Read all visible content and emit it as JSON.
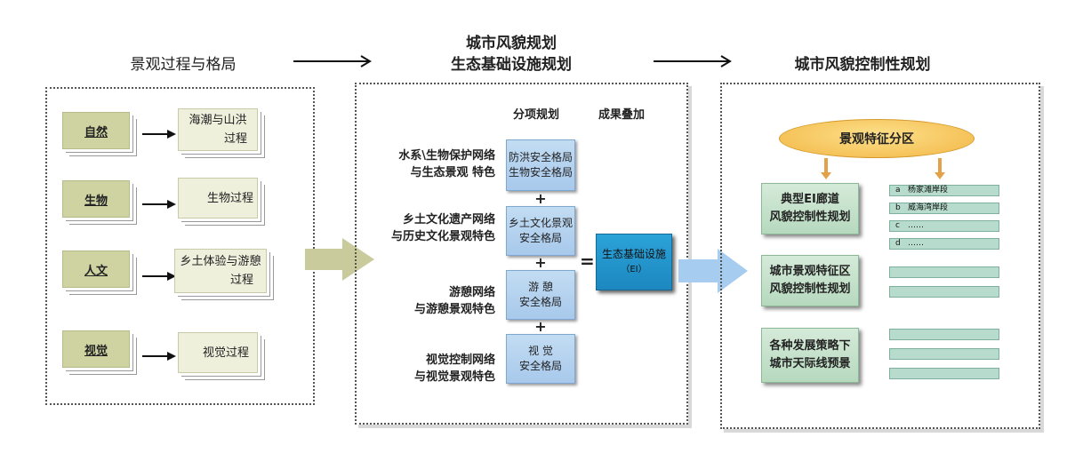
{
  "headings": {
    "left": "景观过程与格局",
    "middle_line1": "城市风貌规划",
    "middle_line2": "生态基础设施规划",
    "right": "城市风貌控制性规划"
  },
  "left_panel": {
    "rows": [
      {
        "source": "自然",
        "target_line1": "海潮与山洪",
        "target_line2": "过程"
      },
      {
        "source": "生物",
        "target_line1": "生物过程",
        "target_line2": ""
      },
      {
        "source": "人文",
        "target_line1": "乡土体验与游憩",
        "target_line2": "过程"
      },
      {
        "source": "视觉",
        "target_line1": "视觉过程",
        "target_line2": ""
      }
    ]
  },
  "middle_panel": {
    "col_sub": "分项规划",
    "col_result": "成果叠加",
    "rows": [
      {
        "label_line1": "水系\\生物保护网络",
        "label_line2": "与生态景观 特色",
        "box_line1": "防洪安全格局",
        "box_line2": "生物安全格局"
      },
      {
        "label_line1": "乡土文化遗产网络",
        "label_line2": "与历史文化景观特色",
        "box_line1": "乡土文化景观",
        "box_line2": "安全格局"
      },
      {
        "label_line1": "游憩网络",
        "label_line2": "与游憩景观特色",
        "box_line1": "游  憩",
        "box_line2": "安全格局"
      },
      {
        "label_line1": "视觉控制网络",
        "label_line2": "与视觉景观特色",
        "box_line1": "视  觉",
        "box_line2": "安全格局"
      }
    ],
    "plus": "+",
    "equals": "=",
    "result_line1": "生态基础设施",
    "result_line2": "（EI）"
  },
  "right_panel": {
    "ellipse": "景观特征分区",
    "boxes": [
      {
        "line1": "典型EI廊道",
        "line2": "风貌控制性规划"
      },
      {
        "line1": "城市景观特征区",
        "line2": "风貌控制性规划"
      },
      {
        "line1": "各种发展策略下",
        "line2": "城市天际线预景"
      }
    ],
    "bars_group1": [
      {
        "letter": "a",
        "text": "杨家滩岸段"
      },
      {
        "letter": "b",
        "text": "威海湾岸段"
      },
      {
        "letter": "c",
        "text": "……"
      },
      {
        "letter": "d",
        "text": "……"
      }
    ]
  },
  "colors": {
    "olive_card": "#cfd3a2",
    "light_card": "#eef0dc",
    "blue_box": "#b3d1ef",
    "ei_box": "#238fc8",
    "green_box": "#c5e2cb",
    "ellipse": "#f6c660",
    "big_arrow_left": "#c9cb9c",
    "big_arrow_right": "#a6cdf0"
  }
}
